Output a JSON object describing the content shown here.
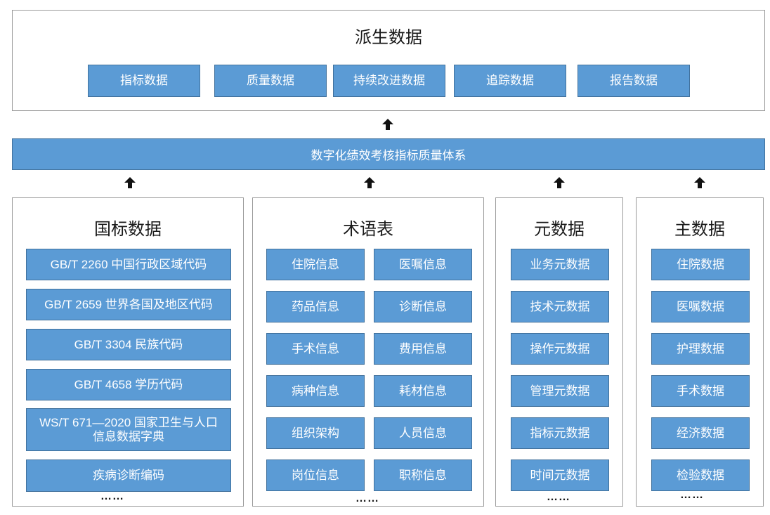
{
  "derived": {
    "title": "派生数据",
    "items": [
      "指标数据",
      "质量数据",
      "持续改进数据",
      "追踪数据",
      "报告数据"
    ]
  },
  "system_bar": "数字化绩效考核指标质量体系",
  "national": {
    "title": "国标数据",
    "items": [
      "GB/T 2260 中国行政区域代码",
      "GB/T 2659 世界各国及地区代码",
      "GB/T 3304 民族代码",
      "GB/T 4658 学历代码",
      "WS/T 671—2020 国家卫生与人口信息数据字典",
      "疾病诊断编码"
    ],
    "more": "……"
  },
  "terms": {
    "title": "术语表",
    "items": [
      "住院信息",
      "医嘱信息",
      "药品信息",
      "诊断信息",
      "手术信息",
      "费用信息",
      "病种信息",
      "耗材信息",
      "组织架构",
      "人员信息",
      "岗位信息",
      "职称信息"
    ],
    "more": "……"
  },
  "metadata": {
    "title": "元数据",
    "items": [
      "业务元数据",
      "技术元数据",
      "操作元数据",
      "管理元数据",
      "指标元数据",
      "时间元数据"
    ],
    "more": "……"
  },
  "master": {
    "title": "主数据",
    "items": [
      "住院数据",
      "医嘱数据",
      "护理数据",
      "手术数据",
      "经济数据",
      "检验数据"
    ],
    "more": "……"
  },
  "colors": {
    "box_fill": "#5b9bd5",
    "box_border": "#41719c",
    "panel_border": "#9a9a9a"
  }
}
